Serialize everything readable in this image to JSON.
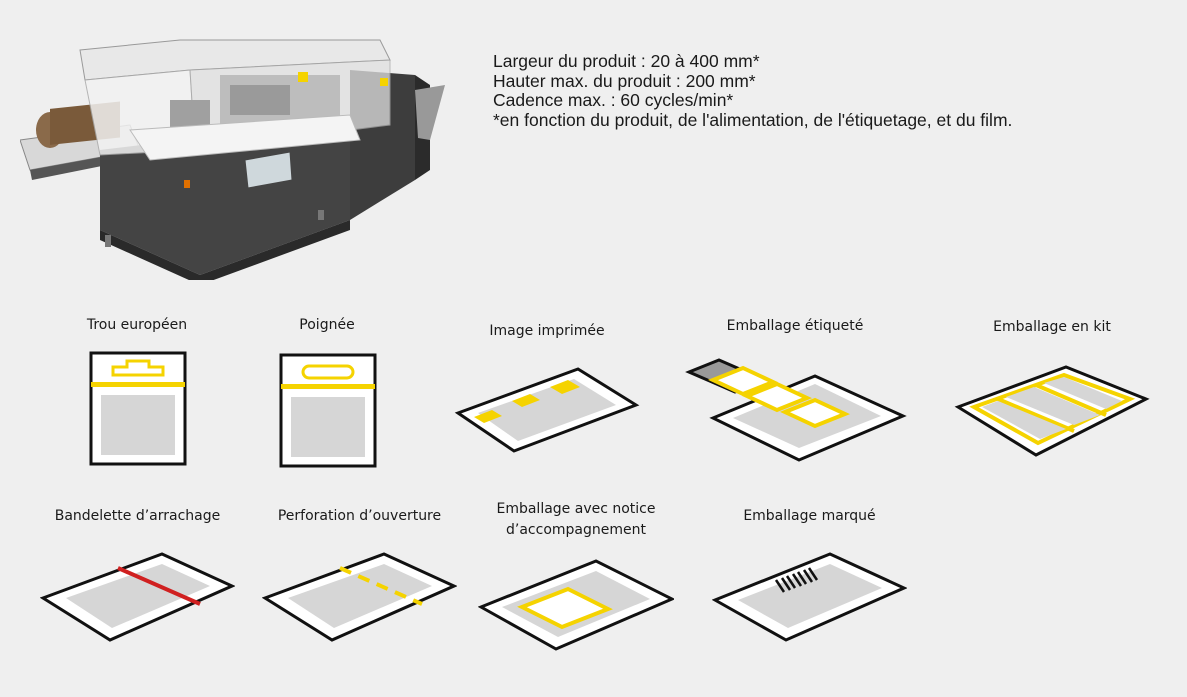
{
  "specs": {
    "line1": "Largeur du produit : 20 à 400 mm*",
    "line2": "Hauter max. du produit : 200 mm*",
    "line3": "Cadence max. : 60 cycles/min*",
    "line4": "*en fonction du produit, de l'alimentation, de l'étiquetage, et du film."
  },
  "options": [
    {
      "label": "Trou européen"
    },
    {
      "label": "Poignée"
    },
    {
      "label": "Image imprimée"
    },
    {
      "label": "Emballage étiqueté"
    },
    {
      "label": "Emballage en kit"
    },
    {
      "label": "Bandelette d’arrachage"
    },
    {
      "label": "Perforation d’ouverture"
    },
    {
      "label_line1": "Emballage avec notice",
      "label_line2": "d’accompagnement"
    },
    {
      "label": "Emballage marqué"
    }
  ],
  "colors": {
    "accent_yellow": "#f5d300",
    "tear_red": "#d02020",
    "outline": "#111111",
    "product_gray": "#d6d6d6"
  }
}
